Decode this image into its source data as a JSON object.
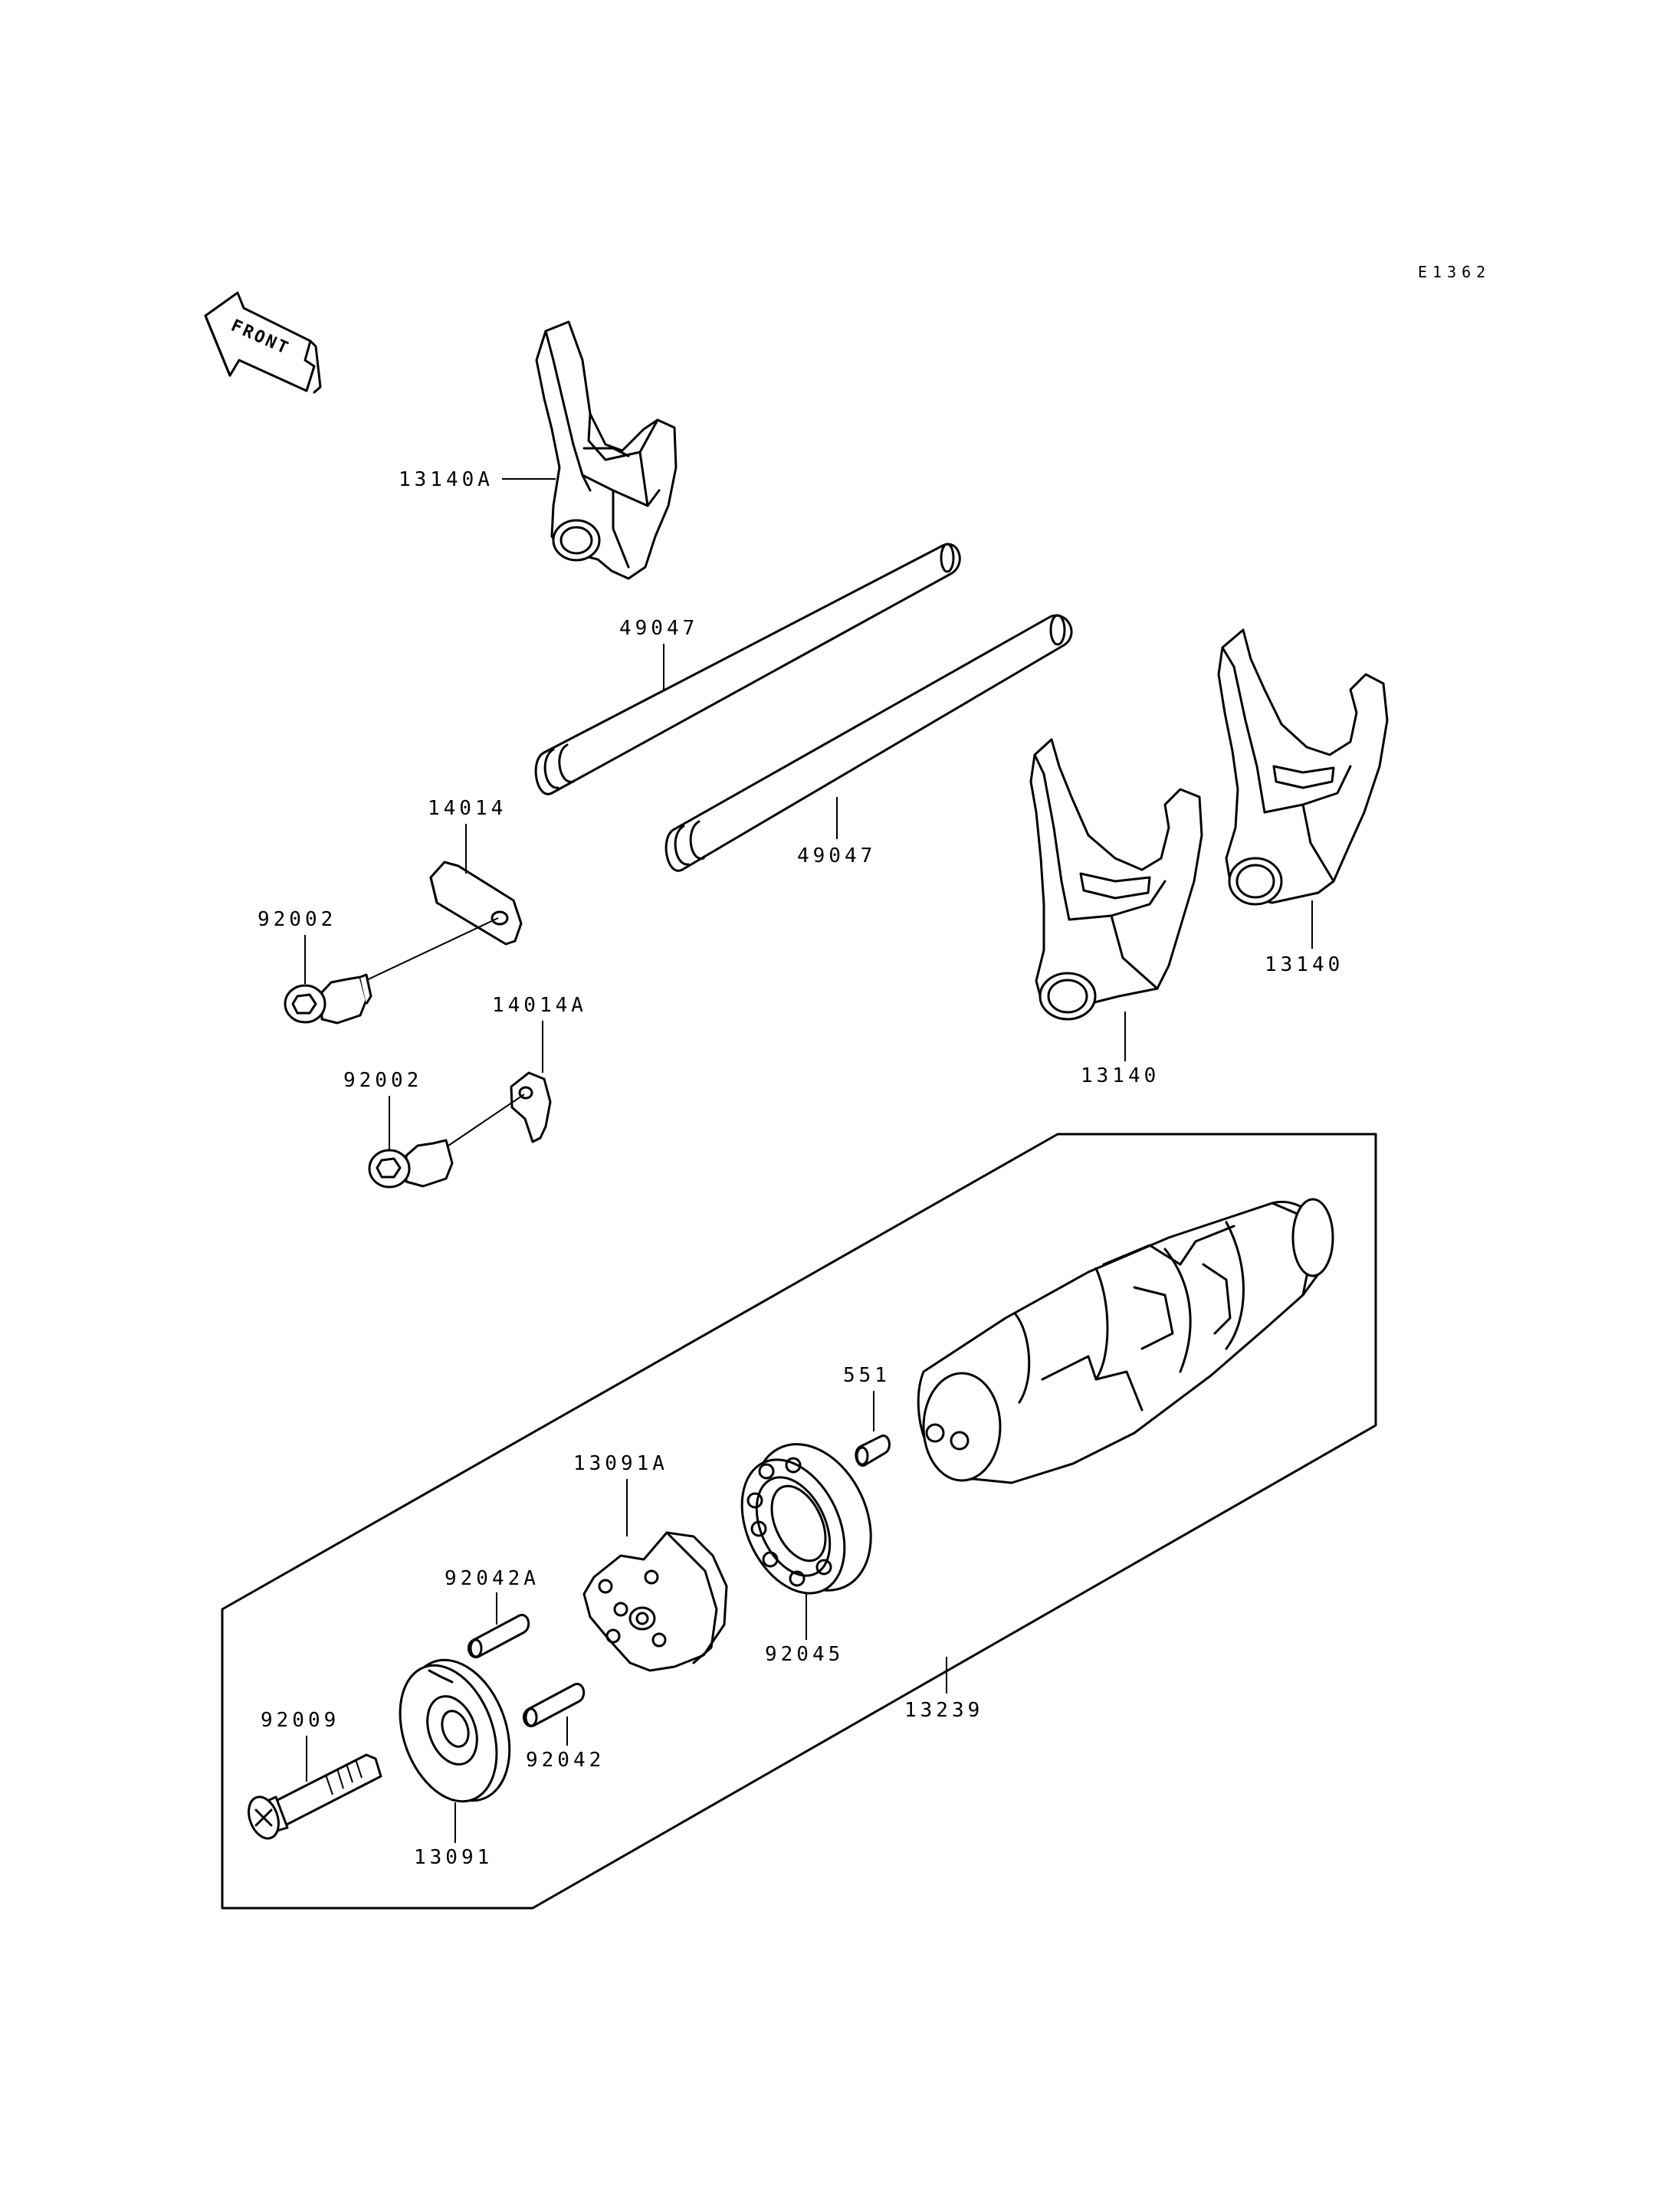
{
  "diagram_code": "E1362",
  "front_label": "FRONT",
  "parts": {
    "p13140A": "13140A",
    "p49047_upper": "49047",
    "p49047_lower": "49047",
    "p13140_right": "13140",
    "p13140_center": "13140",
    "p14014": "14014",
    "p92002_upper": "92002",
    "p14014A": "14014A",
    "p92002_lower": "92002",
    "p551": "551",
    "p13091A": "13091A",
    "p92042A": "92042A",
    "p92045": "92045",
    "p13239": "13239",
    "p92009": "92009",
    "p92042": "92042",
    "p13091": "13091"
  }
}
